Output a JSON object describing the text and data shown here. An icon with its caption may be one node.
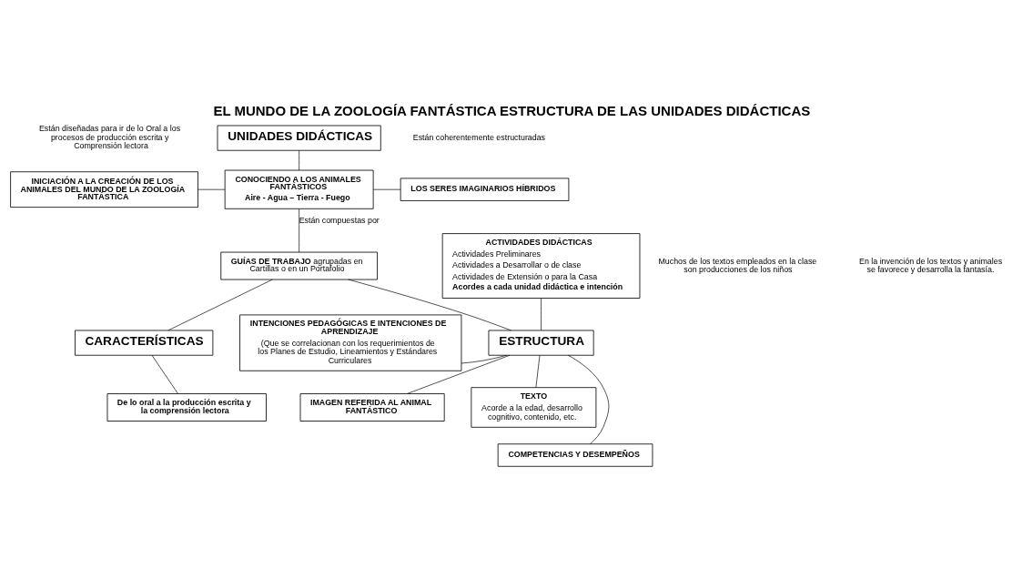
{
  "diagram": {
    "title": "EL MUNDO DE LA ZOOLOGÍA FANTÁSTICA ESTRUCTURA DE LAS UNIDADES DIDÁCTICAS",
    "nodes": [
      {
        "text": [
          "UNIDADES DIDÁCTICAS"
        ]
      },
      {
        "text": [
          "INICIACIÓN A LA CREACIÓN DE LOS ANIMALES DEL MUNDO DE LA ZOOLOGÍA FANTÁSTICA"
        ]
      },
      {
        "text": [
          "CONOCIENDO A LOS ANIMALES FANTÁSTICOS",
          "Aire - Agua – Tierra - Fuego"
        ]
      },
      {
        "text": [
          "LOS SERES IMAGINARIOS HÍBRIDOS"
        ]
      },
      {
        "text": [
          "**GUÍAS DE TRABAJO** agrupadas en Cartillas o en un Portafolio"
        ]
      },
      {
        "text": [
          "ACTIVIDADES DIDÁCTICAS",
          "Actividades Preliminares",
          "Actividades a Desarrollar o de clase",
          "Actividades de Extensión o para la Casa",
          "Acordes a cada unidad didáctica e intención"
        ]
      },
      {
        "text": [
          "CARACTERÍSTICAS"
        ]
      },
      {
        "text": [
          "INTENCIONES PEDAGÓGICAS E INTENCIONES DE APRENDIZAJE",
          "(Que se correlacionan con los requerimientos de los Planes de Estudio, Lineamientos y Estándares Curriculares"
        ]
      },
      {
        "text": [
          "ESTRUCTURA"
        ]
      },
      {
        "text": [
          "De lo oral a la producción escrita y la comprensión lectora"
        ]
      },
      {
        "text": [
          "IMAGEN REFERIDA AL ANIMAL FANTÁSTICO"
        ]
      },
      {
        "text": [
          "TEXTO",
          "Acorde a la edad, desarrollo cognitivo, contenido, etc."
        ]
      },
      {
        "text": [
          "COMPETENCIAS Y DESEMPEÑOS"
        ]
      }
    ],
    "edges": [
      {
        "from": 0,
        "to": 2,
        "arrow": "none"
      },
      {
        "from": 1,
        "to": 2,
        "arrow": "none"
      },
      {
        "from": 2,
        "to": 3,
        "arrow": "none"
      },
      {
        "from": 2,
        "to": 4,
        "arrow": "none",
        "label": "Están compuestas por"
      },
      {
        "from": 4,
        "to": 6,
        "arrow": "none"
      },
      {
        "from": 4,
        "to": 8,
        "arrow": "none"
      },
      {
        "from": 5,
        "to": 8,
        "arrow": "none"
      },
      {
        "from": 8,
        "to": 7,
        "arrow": "none"
      },
      {
        "from": 8,
        "to": 10,
        "arrow": "none"
      },
      {
        "from": 8,
        "to": 11,
        "arrow": "none"
      },
      {
        "from": 8,
        "to": 12,
        "arrow": "none"
      },
      {
        "from": 6,
        "to": 9,
        "arrow": "none"
      }
    ],
    "labels": [
      "Están diseñadas para ir de lo Oral a los procesos de producción escrita y Comprensión lectora",
      "Están coherentemente estructuradas",
      "Muchos de los textos empleados en la clase son producciones de los niños",
      "En la invención de los textos y animales se favorece y desarrolla la fantasía."
    ]
  }
}
